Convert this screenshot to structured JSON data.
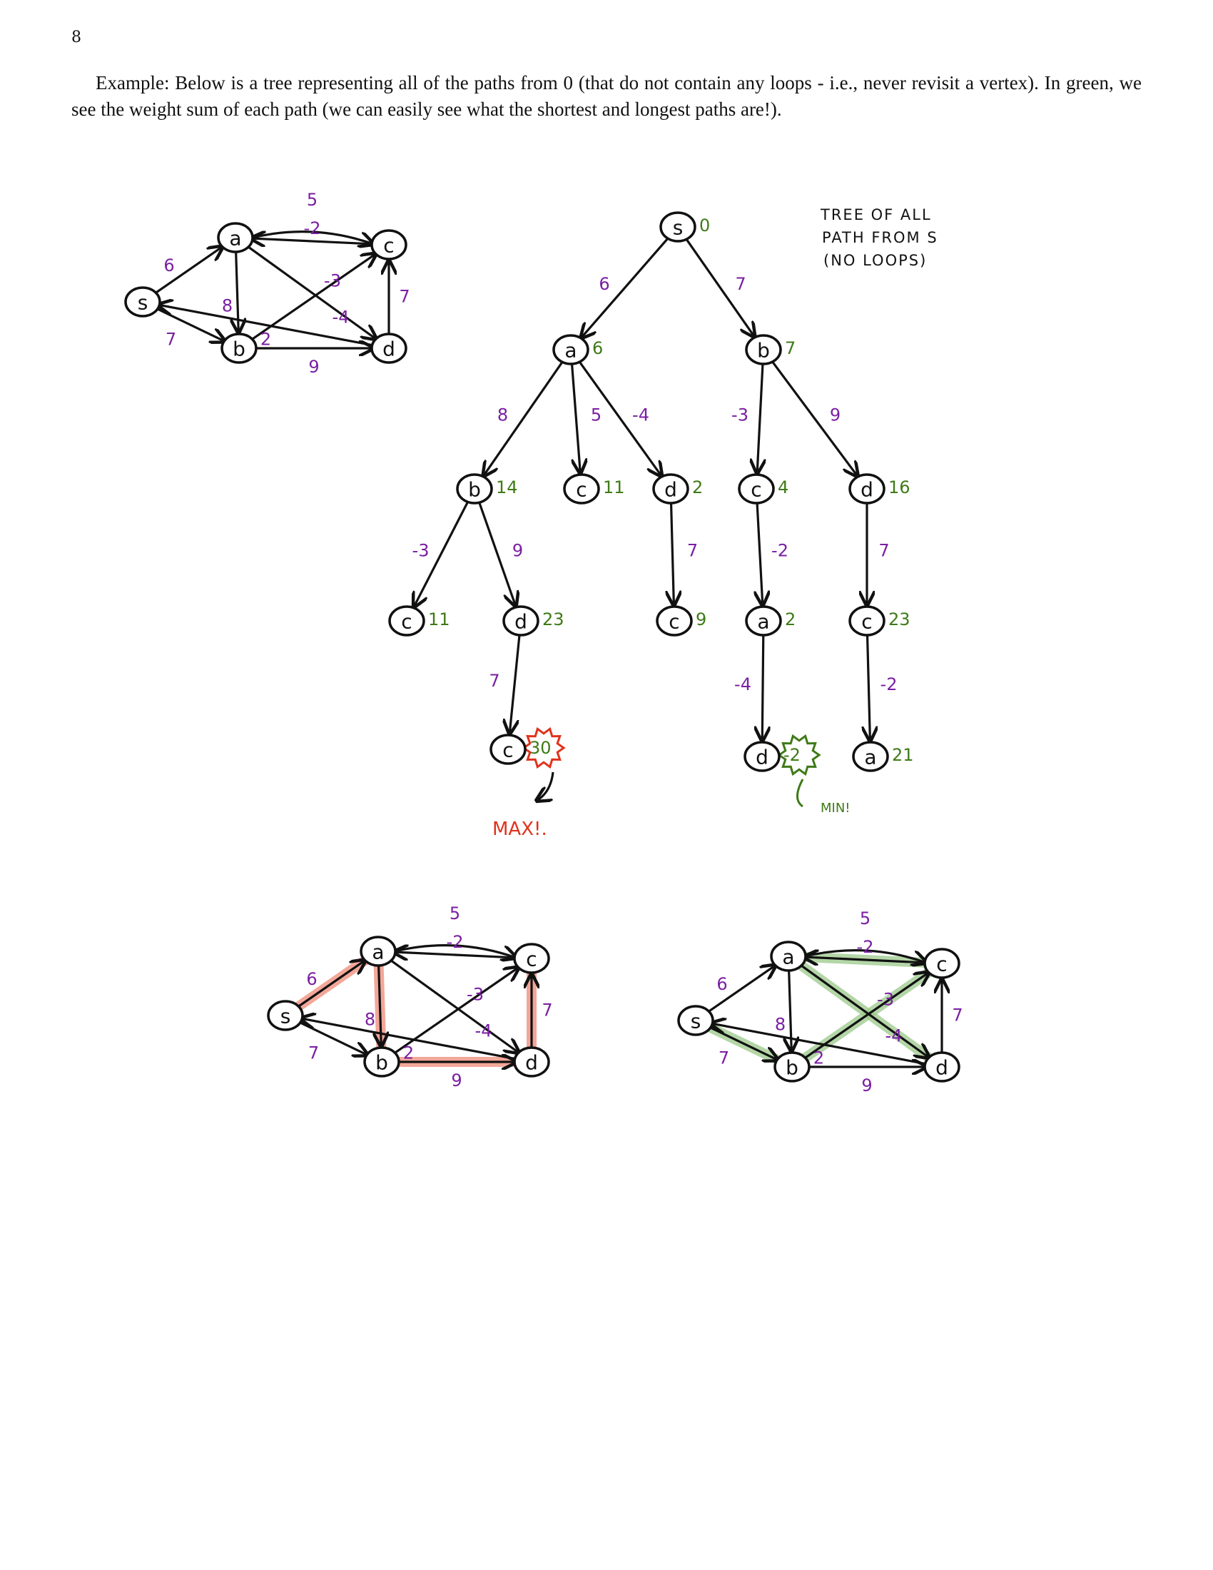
{
  "page_number": "8",
  "paragraph": "Example: Below is a tree representing all of the paths from 0 (that do not contain any loops - i.e., never revisit a vertex). In green, we see the weight sum of each path (we can easily see what the shortest and longest paths are!).",
  "tree_note": [
    "TREE OF ALL",
    "PATH FROM S",
    "(NO LOOPS)"
  ],
  "max_label": "MAX!.",
  "min_label": "MIN!",
  "colors": {
    "weight": "#7a1fa2",
    "sum": "#3f7a18",
    "max": "#e0321d",
    "max_highlight": "#f08a78",
    "min_highlight": "#9cc98a"
  },
  "graph": {
    "nodes": [
      "s",
      "a",
      "b",
      "c",
      "d"
    ],
    "edges": [
      {
        "from": "s",
        "to": "a",
        "weight": "6"
      },
      {
        "from": "s",
        "to": "b",
        "weight": "7"
      },
      {
        "from": "a",
        "to": "c",
        "weight": "5"
      },
      {
        "from": "c",
        "to": "a",
        "weight": "-2"
      },
      {
        "from": "a",
        "to": "b",
        "weight": "8"
      },
      {
        "from": "a",
        "to": "d",
        "weight": "-4"
      },
      {
        "from": "b",
        "to": "c",
        "weight": "-3"
      },
      {
        "from": "b",
        "to": "d",
        "weight": "9"
      },
      {
        "from": "d",
        "to": "c",
        "weight": "7"
      },
      {
        "from": "d",
        "to": "s",
        "weight": "2"
      }
    ]
  },
  "tree": {
    "nodes": [
      {
        "id": "t_s",
        "label": "s",
        "sum": "0"
      },
      {
        "id": "t_a",
        "label": "a",
        "sum": "6"
      },
      {
        "id": "t_b",
        "label": "b",
        "sum": "7"
      },
      {
        "id": "t_ab",
        "label": "b",
        "sum": "14"
      },
      {
        "id": "t_ac",
        "label": "c",
        "sum": "11"
      },
      {
        "id": "t_ad",
        "label": "d",
        "sum": "2"
      },
      {
        "id": "t_bc",
        "label": "c",
        "sum": "4"
      },
      {
        "id": "t_bd",
        "label": "d",
        "sum": "16"
      },
      {
        "id": "t_abc",
        "label": "c",
        "sum": "11"
      },
      {
        "id": "t_abd",
        "label": "d",
        "sum": "23"
      },
      {
        "id": "t_adc",
        "label": "c",
        "sum": "9"
      },
      {
        "id": "t_bca",
        "label": "a",
        "sum": "2"
      },
      {
        "id": "t_bdc",
        "label": "c",
        "sum": "23"
      },
      {
        "id": "t_abdc",
        "label": "c",
        "sum": "30"
      },
      {
        "id": "t_bcad",
        "label": "d",
        "sum": "-2"
      },
      {
        "id": "t_bdca",
        "label": "a",
        "sum": "21"
      }
    ],
    "edges": [
      {
        "from": "t_s",
        "to": "t_a",
        "weight": "6"
      },
      {
        "from": "t_s",
        "to": "t_b",
        "weight": "7"
      },
      {
        "from": "t_a",
        "to": "t_ab",
        "weight": "8"
      },
      {
        "from": "t_a",
        "to": "t_ac",
        "weight": "5"
      },
      {
        "from": "t_a",
        "to": "t_ad",
        "weight": "-4"
      },
      {
        "from": "t_b",
        "to": "t_bc",
        "weight": "-3"
      },
      {
        "from": "t_b",
        "to": "t_bd",
        "weight": "9"
      },
      {
        "from": "t_ab",
        "to": "t_abc",
        "weight": "-3"
      },
      {
        "from": "t_ab",
        "to": "t_abd",
        "weight": "9"
      },
      {
        "from": "t_ad",
        "to": "t_adc",
        "weight": "7"
      },
      {
        "from": "t_bc",
        "to": "t_bca",
        "weight": "-2"
      },
      {
        "from": "t_bd",
        "to": "t_bdc",
        "weight": "7"
      },
      {
        "from": "t_abd",
        "to": "t_abdc",
        "weight": "7"
      },
      {
        "from": "t_bca",
        "to": "t_bcad",
        "weight": "-4"
      },
      {
        "from": "t_bdc",
        "to": "t_bdca",
        "weight": "-2"
      }
    ]
  },
  "max_path": [
    "s",
    "a",
    "b",
    "d",
    "c"
  ],
  "min_path": [
    "s",
    "b",
    "c",
    "a",
    "d"
  ]
}
